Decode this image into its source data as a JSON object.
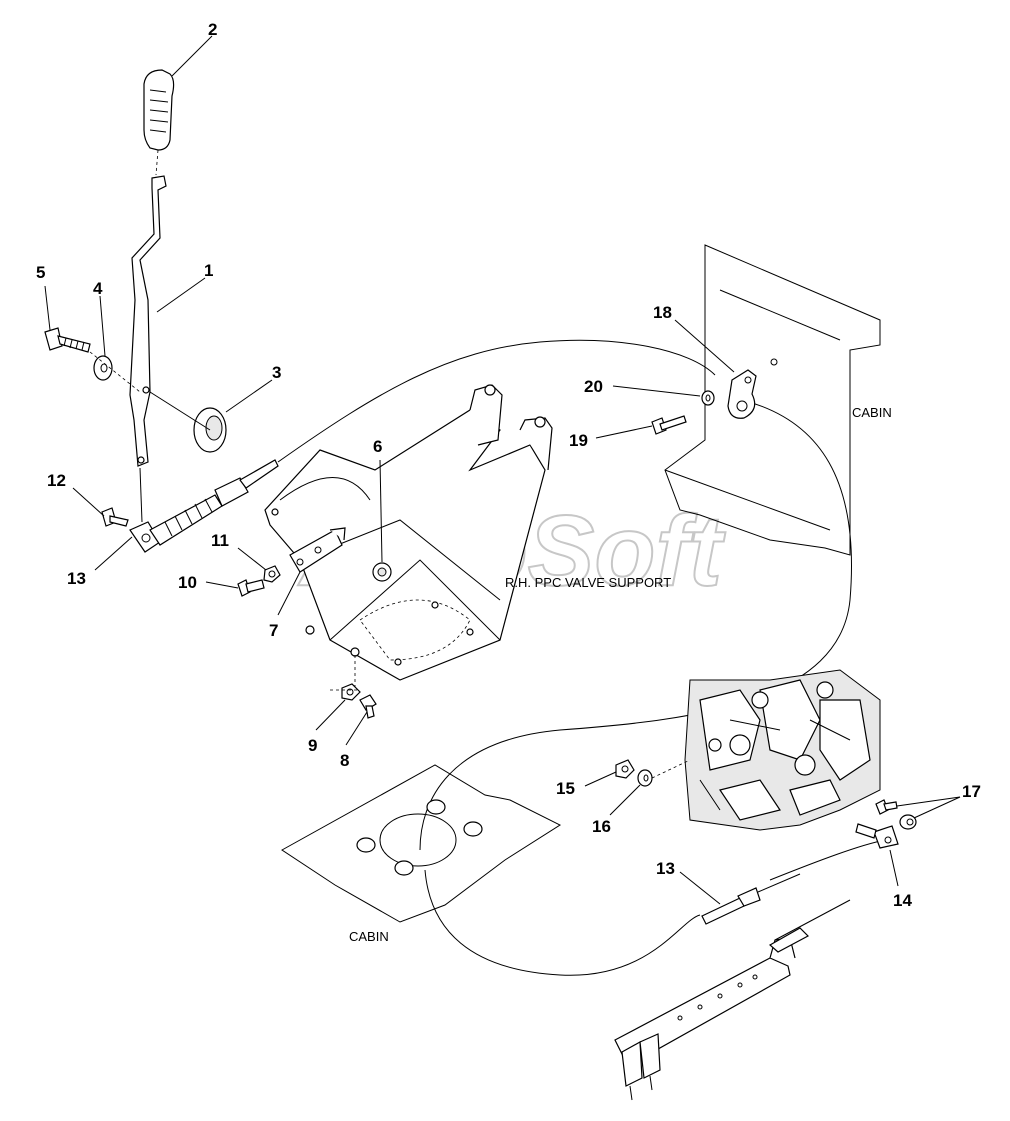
{
  "labels": {
    "cabin_top": "CABIN",
    "cabin_bottom": "CABIN",
    "support": "R.H. PPC VALVE SUPPORT",
    "watermark": "AutoSoft"
  },
  "callouts": {
    "c1": "1",
    "c2": "2",
    "c3": "3",
    "c4": "4",
    "c5": "5",
    "c6": "6",
    "c7": "7",
    "c8": "8",
    "c9": "9",
    "c10": "10",
    "c11": "11",
    "c12": "12",
    "c13a": "13",
    "c13b": "13",
    "c14": "14",
    "c15": "15",
    "c16": "16",
    "c17": "17",
    "c18": "18",
    "c19": "19",
    "c20": "20"
  }
}
